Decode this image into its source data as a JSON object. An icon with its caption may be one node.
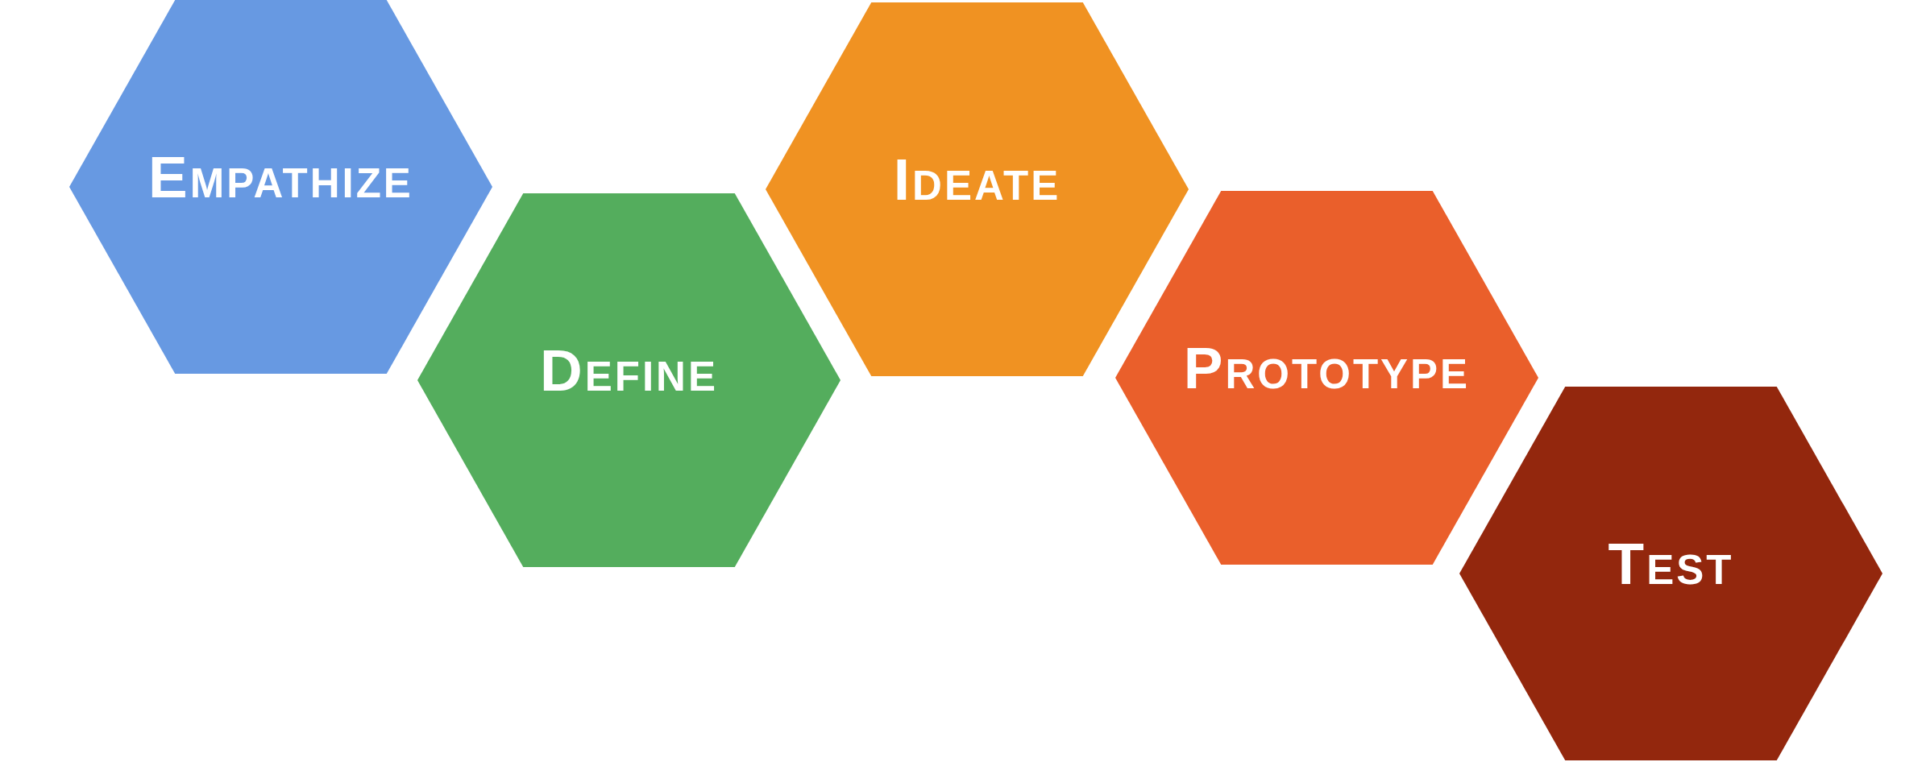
{
  "diagram": {
    "nodes": [
      {
        "text": [
          "Empathize"
        ]
      },
      {
        "text": [
          "Define"
        ]
      },
      {
        "text": [
          "Ideate"
        ]
      },
      {
        "text": [
          "Prototype"
        ]
      },
      {
        "text": [
          "Test"
        ]
      }
    ]
  }
}
